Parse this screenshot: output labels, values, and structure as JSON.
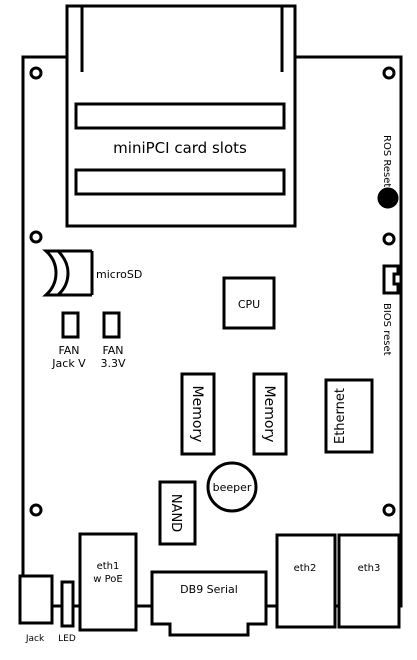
{
  "labels": {
    "minipci": "miniPCI card slots",
    "ros_reset": "ROS Reset",
    "bios_reset": "BIOS reset",
    "microsd": "microSD",
    "cpu": "CPU",
    "fan_jack": [
      "FAN",
      "Jack V"
    ],
    "fan_33": [
      "FAN",
      "3.3V"
    ],
    "memory_left": "Memory",
    "memory_right": "Memory",
    "ethernet": "Ethernet",
    "beeper": "beeper",
    "nand": "NAND",
    "eth1": [
      "eth1",
      "w PoE"
    ],
    "db9": "DB9 Serial",
    "eth2": "eth2",
    "eth3": "eth3",
    "jack": "Jack",
    "led": "LED"
  },
  "colors": {
    "line": "#000000",
    "board": "#ffffff"
  }
}
